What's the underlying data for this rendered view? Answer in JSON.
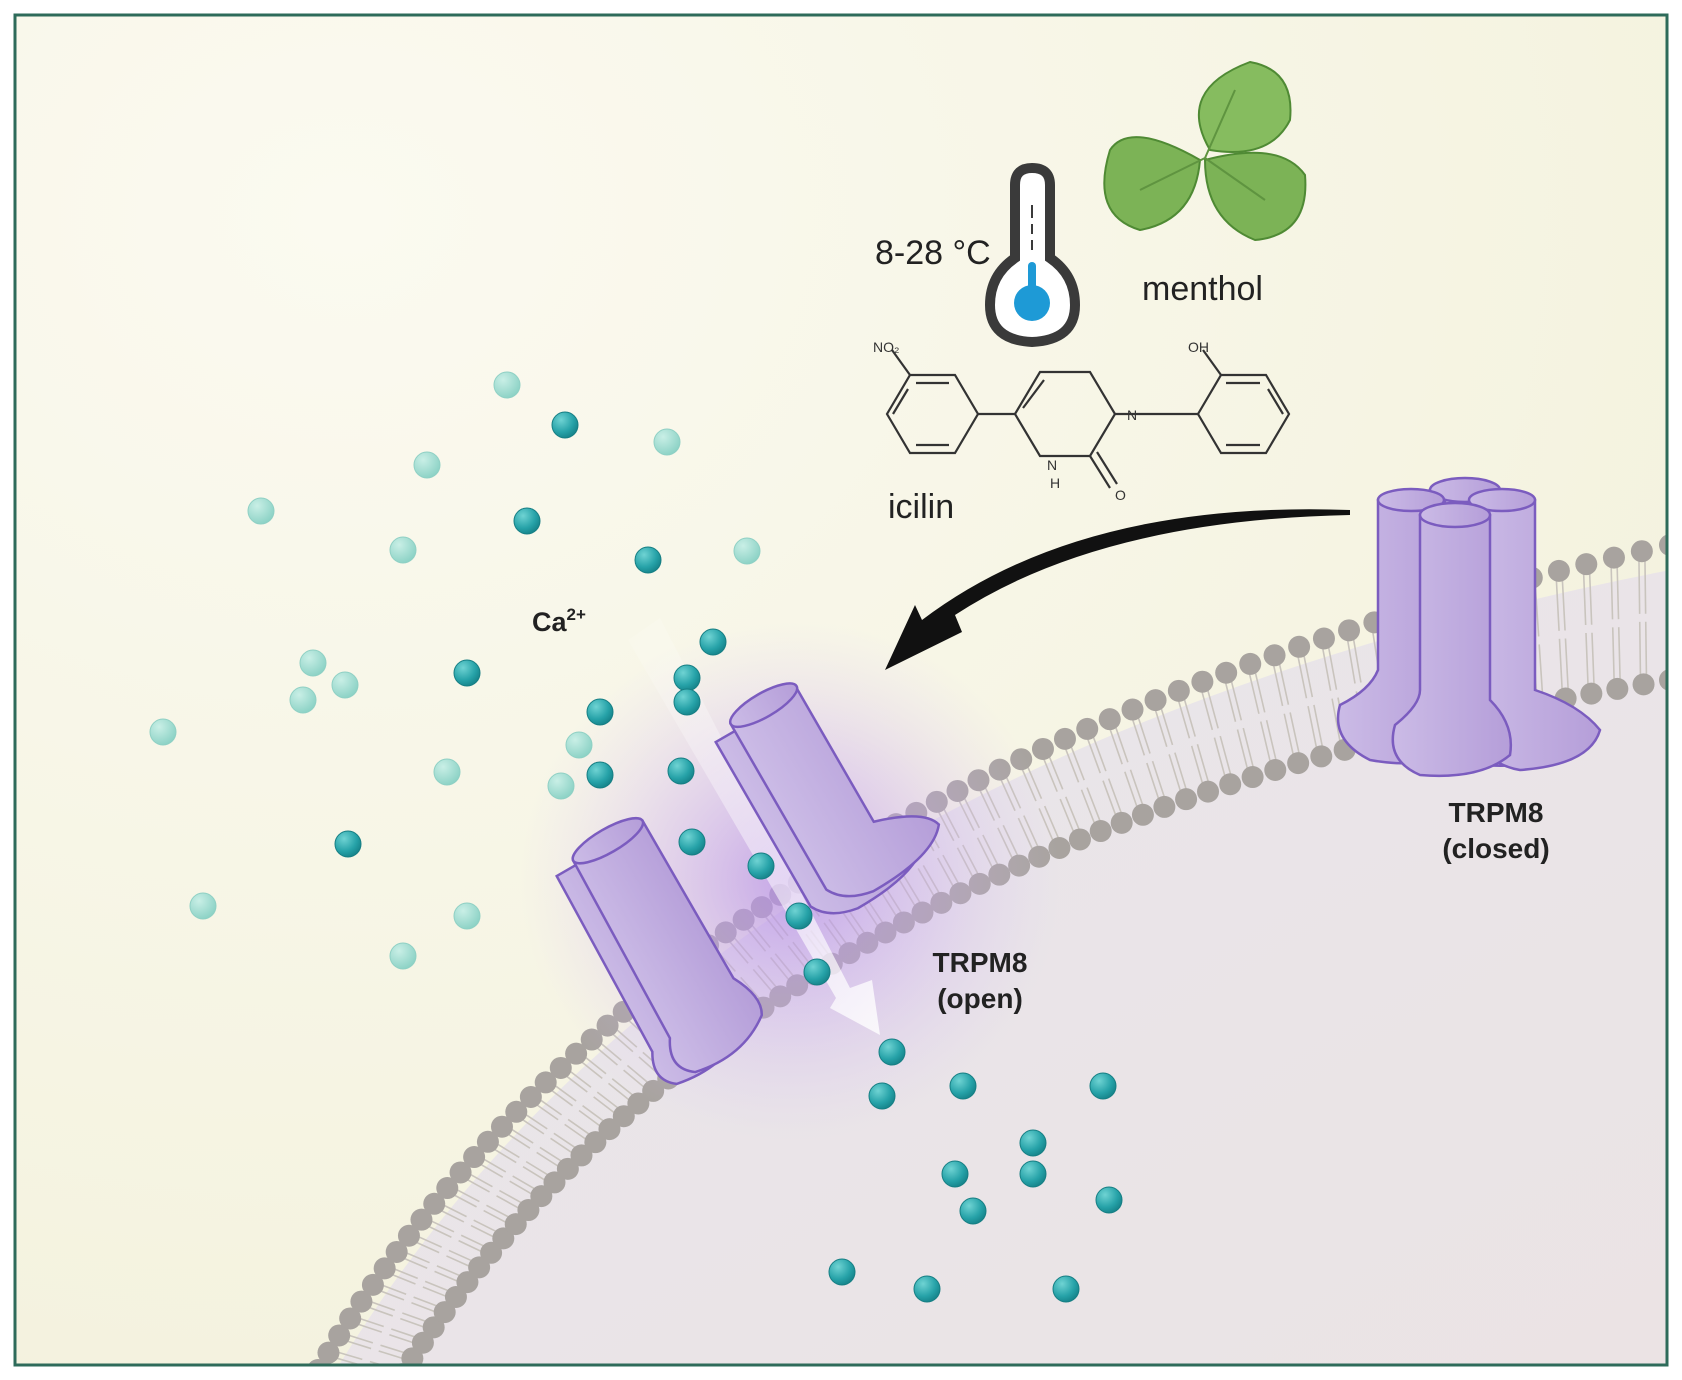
{
  "labels": {
    "temperature": "8-28 °C",
    "menthol": "menthol",
    "icilin": "icilin",
    "ion": "Ca",
    "ion_charge": "2+",
    "open_name": "TRPM8",
    "open_state": "(open)",
    "closed_name": "TRPM8",
    "closed_state": "(closed)",
    "atom_no2": "NO₂",
    "atom_oh": "OH",
    "atom_n": "N",
    "atom_nh_n": "N",
    "atom_nh_h": "H",
    "atom_o": "O"
  },
  "colors": {
    "frame": "#2e6b5a",
    "outside_bg": "#f8f6e6",
    "cell_inside": "#e6e4e8",
    "lipid_head": "#a8a39f",
    "channel_fill": "#c0aedd",
    "channel_stroke": "#7b5cbf",
    "ion_dark": "#2ba5aa",
    "ion_light": "#98d8cc",
    "leaf": "#78b356",
    "thermometer_liquid": "#1e9ad6"
  },
  "icons": [
    "thermometer-icon",
    "mint-leaf-icon",
    "icilin-structure",
    "calcium-ion",
    "trpm8-channel"
  ]
}
